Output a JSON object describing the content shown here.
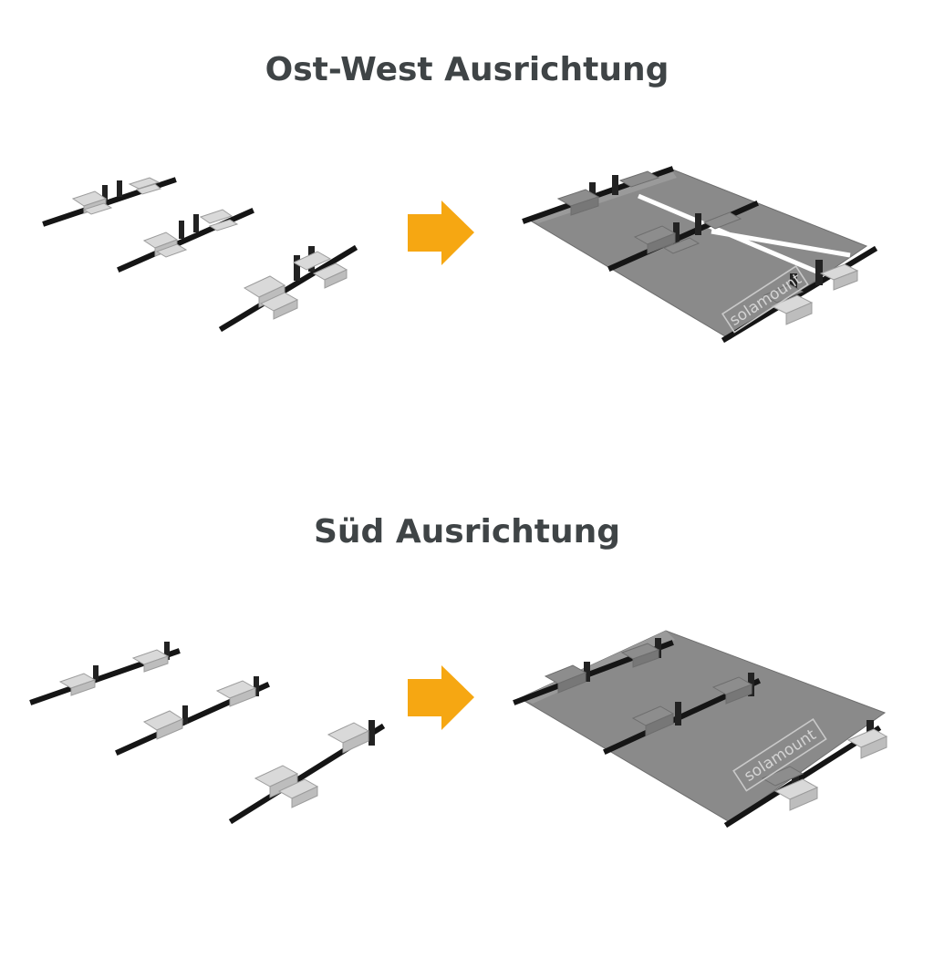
{
  "sections": {
    "east_west": {
      "title": "Ost-West Ausrichtung",
      "watermark": "solamount"
    },
    "south": {
      "title": "Süd Ausrichtung",
      "watermark": "solamount"
    }
  },
  "colors": {
    "arrow": "#f6a712",
    "title": "#3f4446",
    "rail": "#151515",
    "ballast_block": "#d9d9d9",
    "panel": "#8a8a8a"
  },
  "icons": [
    "arrow-right-icon"
  ]
}
